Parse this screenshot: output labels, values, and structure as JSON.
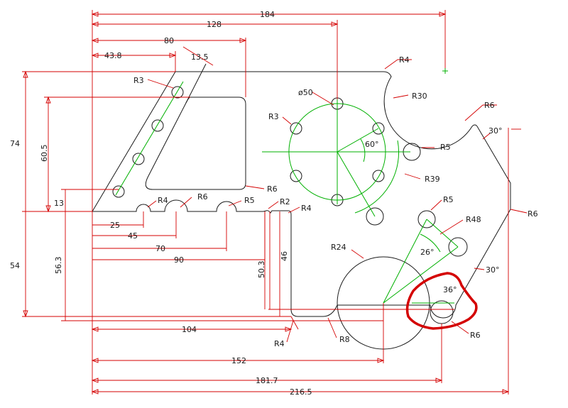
{
  "colors": {
    "dimension": "#d40000",
    "geometry": "#1a1a1a",
    "centerline": "#00b000",
    "highlight": "#d40000",
    "background": "#ffffff"
  },
  "dimensions": {
    "d184": "184",
    "d128": "128",
    "d80": "80",
    "d43_8": "43.8",
    "d13_5": "13.5",
    "d74": "74",
    "d60_5": "60.5",
    "d13": "13",
    "d25": "25",
    "d45": "45",
    "d70": "70",
    "d90": "90",
    "d54": "54",
    "d56_3": "56.3",
    "d50_3": "50.3",
    "d46": "46",
    "d104": "104",
    "d152": "152",
    "d181_7": "181.7",
    "d216_5": "216.5"
  },
  "annotations": {
    "r4_top": "R4",
    "r30": "R30",
    "r6_top": "R6",
    "angle30_top": "30°",
    "r5_right": "R5",
    "r39": "R39",
    "r5_lower": "R5",
    "r48": "R48",
    "r6_right": "R6",
    "angle30_low": "30°",
    "r24": "R24",
    "angle26": "26°",
    "angle36": "36°",
    "r6_bottom": "R6",
    "r8": "R8",
    "r4_bottom": "R4",
    "r3_top": "R3",
    "r3_mid": "R3",
    "phi50": "ø50",
    "angle60": "60°",
    "r6_slot": "R6",
    "r4_notch": "R4",
    "r6_notch": "R6",
    "r5_notch": "R5",
    "r2_notch": "R2",
    "r4_inner": "R4"
  }
}
